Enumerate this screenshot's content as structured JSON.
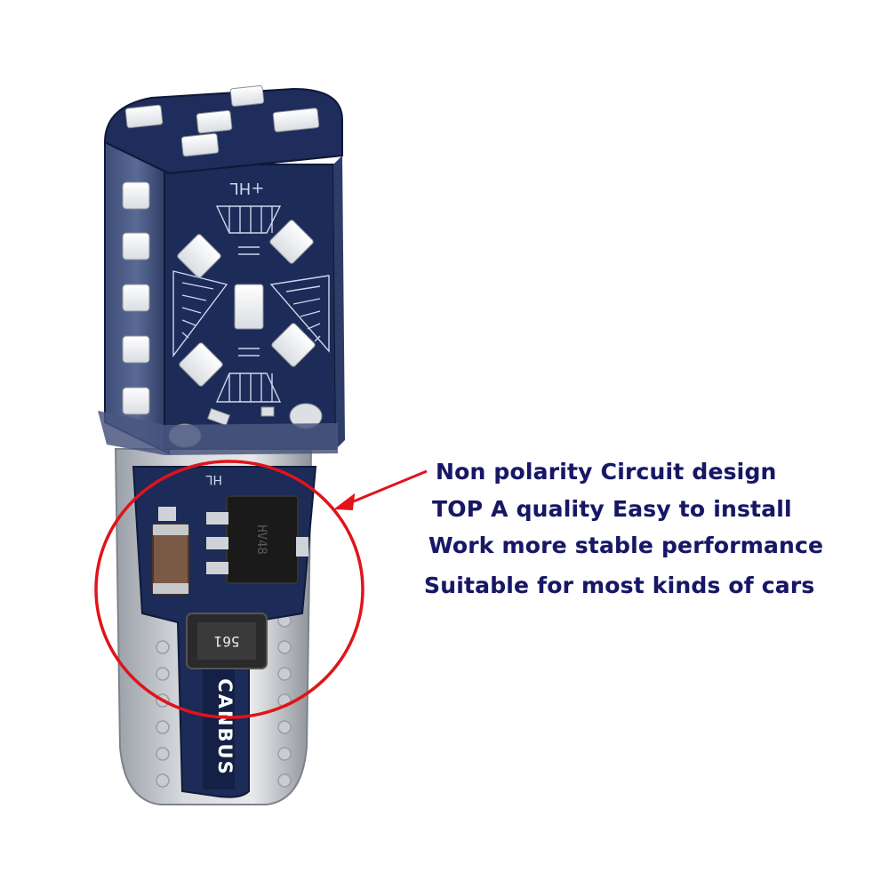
{
  "product": {
    "label_canbus": "CANBUS",
    "resistor_code": "561",
    "chip_code": "HV48",
    "pcb_silk_top": "+HL",
    "pcb_silk_mid": "HL"
  },
  "features": {
    "line1_a": "Non polarity",
    "line1_b": "Circuit design",
    "line2_a": "TOP A quality",
    "line2_b": "Easy to install",
    "line3": "Work more stable performance",
    "line4": "Suitable for most kinds of cars"
  },
  "colors": {
    "text": "#171766",
    "callout": "#e0141a",
    "pcb": "#1c2b57",
    "led": "#f4f6f7"
  }
}
